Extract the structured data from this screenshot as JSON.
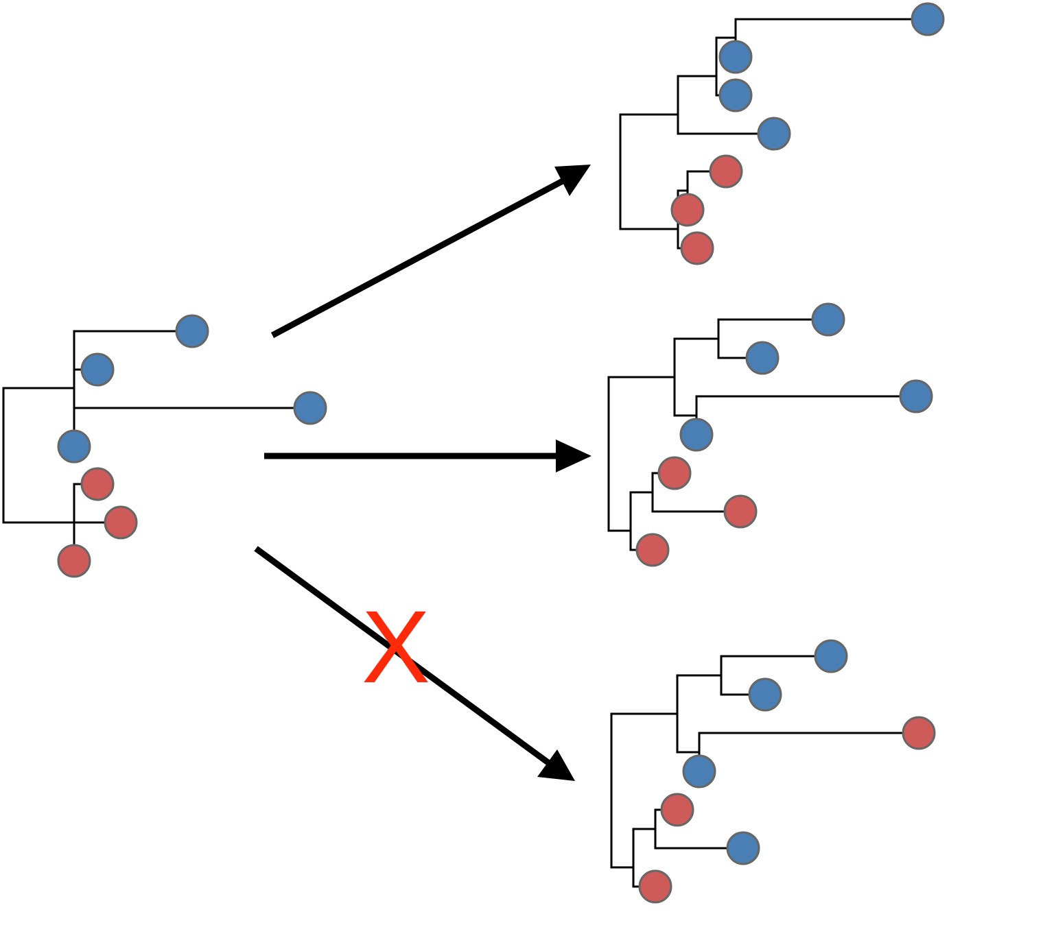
{
  "colors": {
    "blue_tip": "#4A7FB6",
    "red_tip": "#CE5A5A",
    "tip_outline": "#666666",
    "branch": "#000000",
    "arrow": "#000000",
    "cross": "#FF2A0A"
  },
  "cross_mark": "X",
  "trees": [
    {
      "id": "input",
      "tips": [
        "blue",
        "blue",
        "blue",
        "blue",
        "red",
        "red",
        "red"
      ]
    },
    {
      "id": "output-top",
      "tips": [
        "blue",
        "blue",
        "blue",
        "blue",
        "red",
        "red",
        "red"
      ]
    },
    {
      "id": "output-middle",
      "tips": [
        "blue",
        "blue",
        "blue",
        "blue",
        "red",
        "red",
        "red"
      ]
    },
    {
      "id": "output-bottom",
      "tips": [
        "blue",
        "blue",
        "red",
        "blue",
        "red",
        "blue",
        "red"
      ]
    }
  ],
  "arrows": [
    {
      "id": "to-top",
      "allowed": true
    },
    {
      "id": "to-middle",
      "allowed": true
    },
    {
      "id": "to-bottom",
      "allowed": false
    }
  ]
}
